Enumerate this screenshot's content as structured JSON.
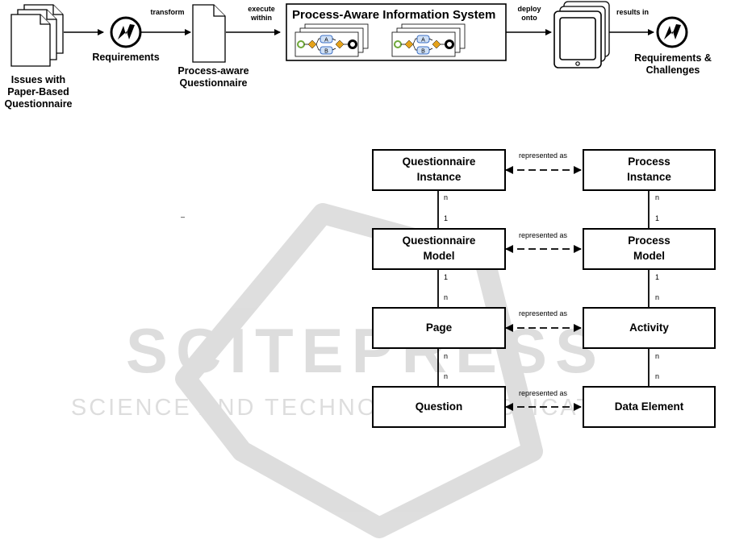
{
  "watermark": {
    "main": "SCITEPRESS",
    "sub": "SCIENCE AND TECHNOLOGY PUBLICATIONS"
  },
  "top_flow": {
    "issues": [
      "Issues with",
      "Paper-Based",
      "Questionnaire"
    ],
    "transform": "transform",
    "requirements": "Requirements",
    "questionnaire": [
      "Process-aware",
      "Questionnaire"
    ],
    "execute": [
      "execute",
      "within"
    ],
    "paes_title": "Process-Aware Information System",
    "deploy": [
      "deploy",
      "onto"
    ],
    "results": "results in",
    "req_challenges": [
      "Requirements &",
      "Challenges"
    ],
    "bpmn_task_a": "A",
    "bpmn_task_b": "B"
  },
  "mapping": {
    "relation": "represented as",
    "rows": [
      {
        "left": [
          "Questionnaire",
          "Instance"
        ],
        "right": [
          "Process",
          "Instance"
        ]
      },
      {
        "left": [
          "Questionnaire",
          "Model"
        ],
        "right": [
          "Process",
          "Model"
        ]
      },
      {
        "left": [
          "Page"
        ],
        "right": [
          "Activity"
        ]
      },
      {
        "left": [
          "Question"
        ],
        "right": [
          "Data Element"
        ]
      }
    ],
    "cardinalities": [
      {
        "top": "n",
        "bottom": "1"
      },
      {
        "top": "1",
        "bottom": "n"
      },
      {
        "top": "n",
        "bottom": "n"
      }
    ]
  },
  "stray_mark": "–"
}
